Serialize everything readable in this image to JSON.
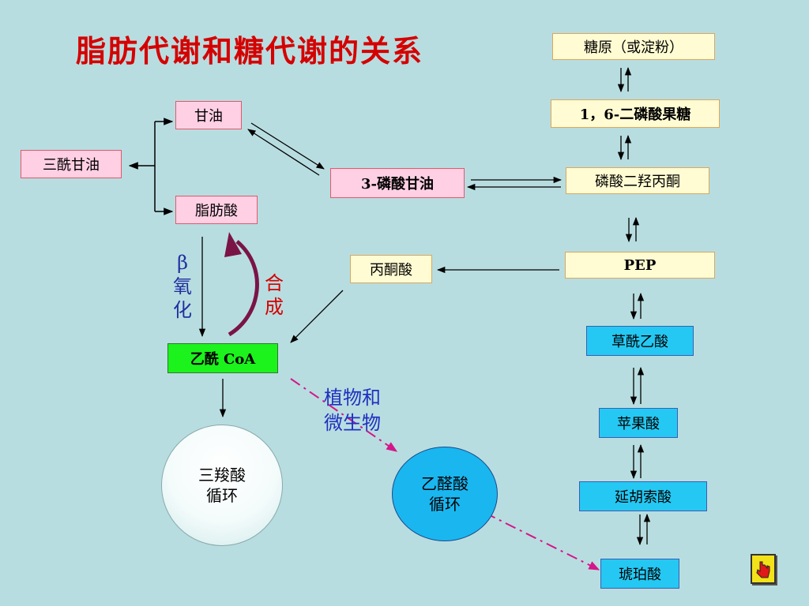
{
  "title": "脂肪代谢和糖代谢的关系",
  "nodes": {
    "triglyceride": "三酰甘油",
    "glycerol": "甘油",
    "fatty_acid": "脂肪酸",
    "glycerol_3_phosphate": "3-磷酸甘油",
    "glycogen": "糖原（或淀粉）",
    "fructose_bisphosphate": "1，6-二磷酸果糖",
    "dhap": "磷酸二羟丙酮",
    "pep": "PEP",
    "pyruvate": "丙酮酸",
    "acetyl_coa": "乙酰 CoA",
    "oxaloacetate": "草酰乙酸",
    "malate": "苹果酸",
    "fumarate": "延胡索酸",
    "succinate": "琥珀酸",
    "tca_line1": "三羧酸",
    "tca_line2": "循环",
    "glyoxylate_line1": "乙醛酸",
    "glyoxylate_line2": "循环"
  },
  "labels": {
    "beta": "β",
    "oxid1": "氧",
    "oxid2": "化",
    "synth1": "合",
    "synth2": "成",
    "plant_line1": "植物和",
    "plant_line2": "微生物"
  },
  "colors": {
    "title": "#d50000",
    "background": "#b8dde0",
    "beta_oxidation": "#2030a0",
    "synthesis": "#d50000",
    "synthesis_arrow": "#7a1446",
    "plant_arrow": "#d4168a"
  },
  "icons": {
    "nav": "hand-pointer-icon"
  }
}
